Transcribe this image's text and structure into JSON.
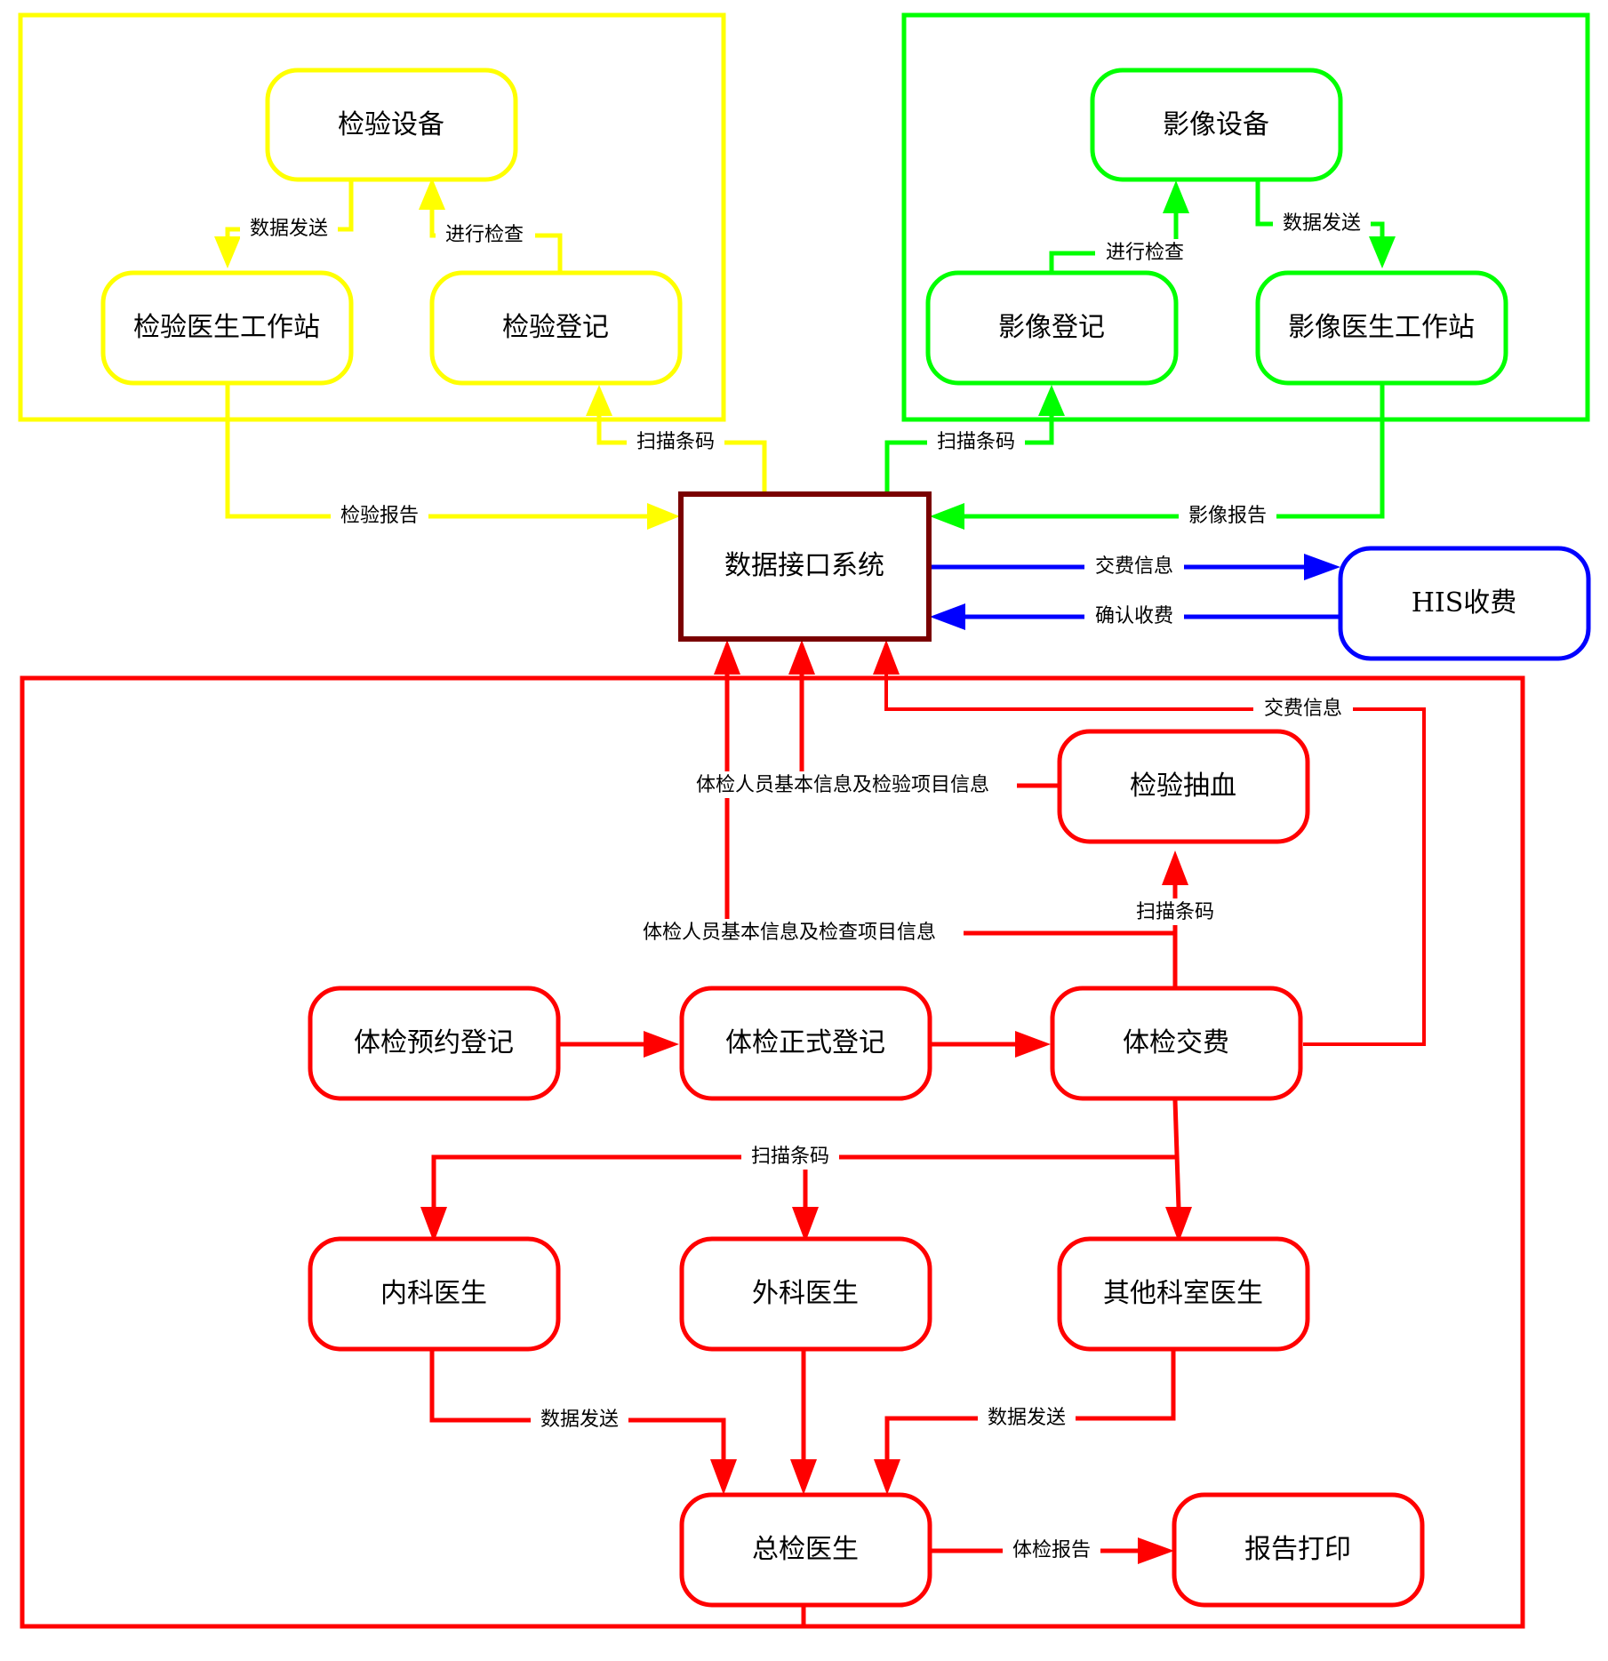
{
  "colors": {
    "lab": "#ffff00",
    "imaging": "#00ff00",
    "his": "#0000ff",
    "exam": "#ff0000",
    "interface": "#7a0000"
  },
  "nodes": {
    "lab_device": "检验设备",
    "lab_workstation": "检验医生工作站",
    "lab_register": "检验登记",
    "img_device": "影像设备",
    "img_register": "影像登记",
    "img_workstation": "影像医生工作站",
    "interface": "数据接口系统",
    "his": "HIS收费",
    "blood_draw": "检验抽血",
    "appointment": "体检预约登记",
    "formal_register": "体检正式登记",
    "payment": "体检交费",
    "internal": "内科医生",
    "surgical": "外科医生",
    "other_dept": "其他科室医生",
    "chief": "总检医生",
    "report_print": "报告打印"
  },
  "edges": {
    "lab_send": "数据发送",
    "lab_exam": "进行检查",
    "lab_scan": "扫描条码",
    "lab_report": "检验报告",
    "img_exam": "进行检查",
    "img_send": "数据发送",
    "img_scan": "扫描条码",
    "img_report": "影像报告",
    "fee_info": "交费信息",
    "confirm_fee": "确认收费",
    "fee_info_exam": "交费信息",
    "lab_items_info": "体检人员基本信息及检验项目信息",
    "exam_items_info": "体检人员基本信息及检查项目信息",
    "scan_blood": "扫描条码",
    "scan_doctors": "扫描条码",
    "send_internal": "数据发送",
    "send_other": "数据发送",
    "exam_report": "体检报告"
  }
}
